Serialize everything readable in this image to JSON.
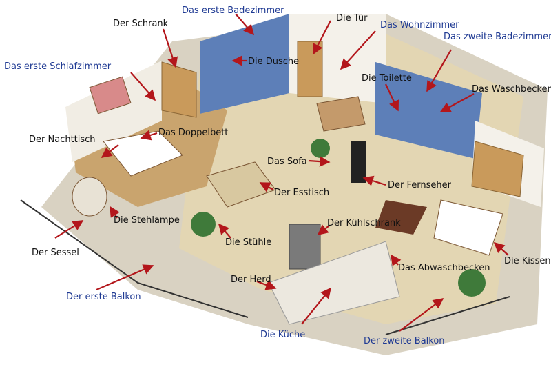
{
  "labels": {
    "schrank": "Der Schrank",
    "bad1": "Das erste Badezimmer",
    "tuer": "Die Tür",
    "wohnzimmer": "Das Wohnzimmer",
    "bad2": "Das zweite Badezimmer",
    "schlafzimmer": "Das erste Schlafzimmer",
    "dusche": "Die Dusche",
    "toilette": "Die Toilette",
    "waschbecken": "Das Waschbecken",
    "nachttisch": "Der Nachttisch",
    "doppelbett": "Das Doppelbett",
    "sofa": "Das Sofa",
    "esstisch": "Der Esstisch",
    "fernseher": "Der Fernseher",
    "stehlampe": "Die Stehlampe",
    "kuehlschrank": "Der Kühlschrank",
    "sessel": "Der Sessel",
    "stuehle": "Die Stühle",
    "abwaschbecken": "Das Abwaschbecken",
    "kissen": "Die Kissen",
    "herd": "Der Herd",
    "balkon1": "Der erste Balkon",
    "kueche": "Die Küche",
    "balkon2": "Der zweite Balkon"
  },
  "colors": {
    "label_blue": "#1f3a93",
    "label_black": "#111111",
    "arrow": "#b3161b",
    "wall": "#f4f1ea",
    "bath_tile": "#5d7fb8",
    "floor": "#e3d6b3",
    "wood": "#c99a5b"
  }
}
